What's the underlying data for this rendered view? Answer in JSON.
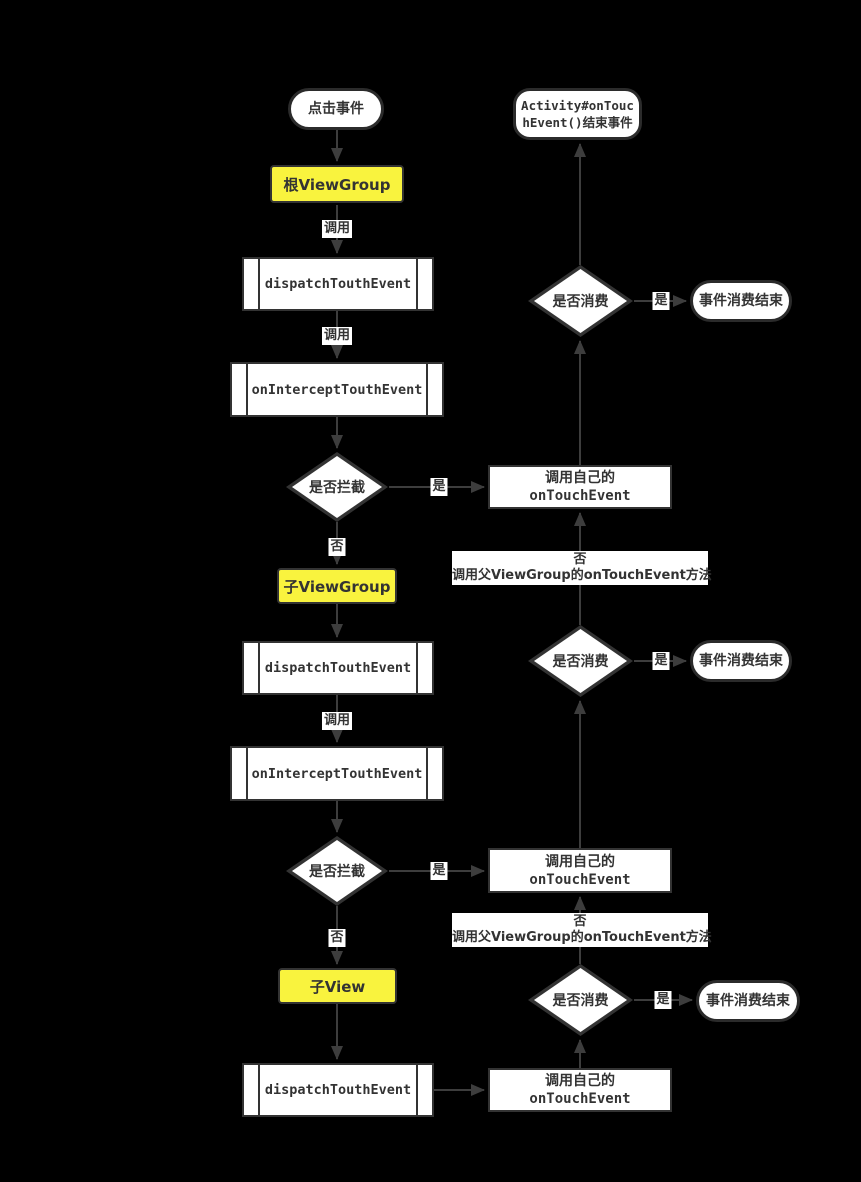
{
  "diagram": {
    "nodes": {
      "start": {
        "label": "点击事件"
      },
      "activity_end": {
        "line1": "Activity#onTouc",
        "line2": "hEvent()结束事件"
      },
      "root_viewgroup": {
        "label": "根ViewGroup"
      },
      "dispatch_1": {
        "label": "dispatchTouthEvent"
      },
      "consume_q1": {
        "label": "是否消费"
      },
      "consume_end_1": {
        "label": "事件消费结束"
      },
      "intercept_1": {
        "label": "onInterceptTouthEvent"
      },
      "intercept_q1": {
        "label": "是否拦截"
      },
      "own_ontouch_1": {
        "line1": "调用自己的",
        "line2": "onTouchEvent"
      },
      "child_viewgroup": {
        "label": "子ViewGroup"
      },
      "dispatch_2": {
        "label": "dispatchTouthEvent"
      },
      "consume_q2": {
        "label": "是否消费"
      },
      "consume_end_2": {
        "label": "事件消费结束"
      },
      "intercept_2": {
        "label": "onInterceptTouthEvent"
      },
      "intercept_q2": {
        "label": "是否拦截"
      },
      "own_ontouch_2": {
        "line1": "调用自己的",
        "line2": "onTouchEvent"
      },
      "child_view": {
        "label": "子View"
      },
      "consume_q3": {
        "label": "是否消费"
      },
      "consume_end_3": {
        "label": "事件消费结束"
      },
      "dispatch_3": {
        "label": "dispatchTouthEvent"
      },
      "own_ontouch_3": {
        "line1": "调用自己的",
        "line2": "onTouchEvent"
      }
    },
    "edge_labels": {
      "call_1": "调用",
      "call_2": "调用",
      "call_3": "调用",
      "yes_intercept_1": "是",
      "yes_intercept_2": "是",
      "no_intercept_1": "否",
      "no_intercept_2": "否",
      "yes_consume_1": "是",
      "yes_consume_2": "是",
      "yes_consume_3": "是",
      "no_branch_1_line1": "否",
      "no_branch_1_line2": "调用父ViewGroup的onTouchEvent方法",
      "no_branch_2_line1": "否",
      "no_branch_2_line2": "调用父ViewGroup的onTouchEvent方法"
    },
    "colors": {
      "background": "#000000",
      "node_fill": "#ffffff",
      "node_border": "#333333",
      "highlight_fill": "#f9f33e",
      "text": "#333333",
      "line": "#3d3d3d"
    }
  }
}
